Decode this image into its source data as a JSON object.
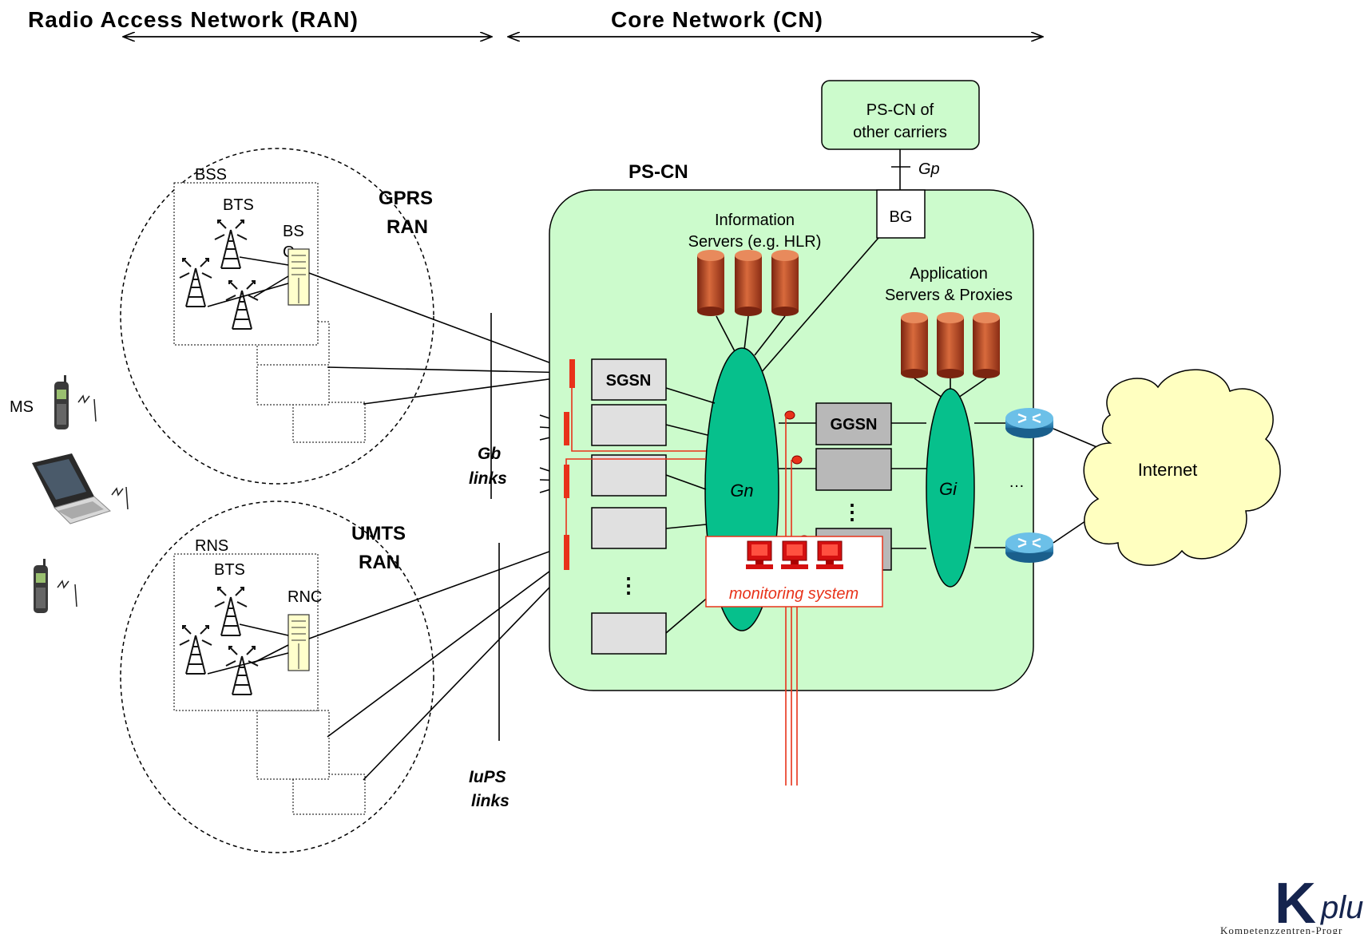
{
  "headers": {
    "ran": "Radio Access Network (RAN)",
    "cn": "Core Network (CN)"
  },
  "ran": {
    "bss": "BSS",
    "bts_gprs": "BTS",
    "bsc_line1": "BS",
    "bsc_line2": "C",
    "gprs_line1": "GPRS",
    "gprs_line2": "RAN",
    "rns": "RNS",
    "bts_umts": "BTS",
    "rnc": "RNC",
    "umts_line1": "UMTS",
    "umts_line2": "RAN",
    "ms": "MS"
  },
  "links": {
    "gb_line1": "Gb",
    "gb_line2": "links",
    "iups_line1": "IuPS",
    "iups_line2": "links"
  },
  "core": {
    "pscn": "PS-CN",
    "other_line1": "PS-CN of",
    "other_line2": "other carriers",
    "gp": "Gp",
    "bg": "BG",
    "info_line1": "Information",
    "info_line2": "Servers (e.g. HLR)",
    "app_line1": "Application",
    "app_line2": "Servers & Proxies",
    "sgsn": "SGSN",
    "ggsn": "GGSN",
    "gn": "Gn",
    "gi": "Gi",
    "vdots": "⋮",
    "hdots": "…"
  },
  "internet": "Internet",
  "monitoring": "monitoring system",
  "logo": {
    "letter": "K",
    "suffix": "plu",
    "tagline": "Kompetenzzentren-Progr"
  },
  "colors": {
    "pscn_fill": "#ccfbcc",
    "ellipse_fill": "#06c08c",
    "server_fill": "#c04a1e",
    "router_fill": "#2f8bc0",
    "cloud_fill": "#ffffc0",
    "monitor_red": "#e8321a",
    "ggsn_fill": "#b8b8b8",
    "sgsn_fill": "#e0e0e0"
  }
}
